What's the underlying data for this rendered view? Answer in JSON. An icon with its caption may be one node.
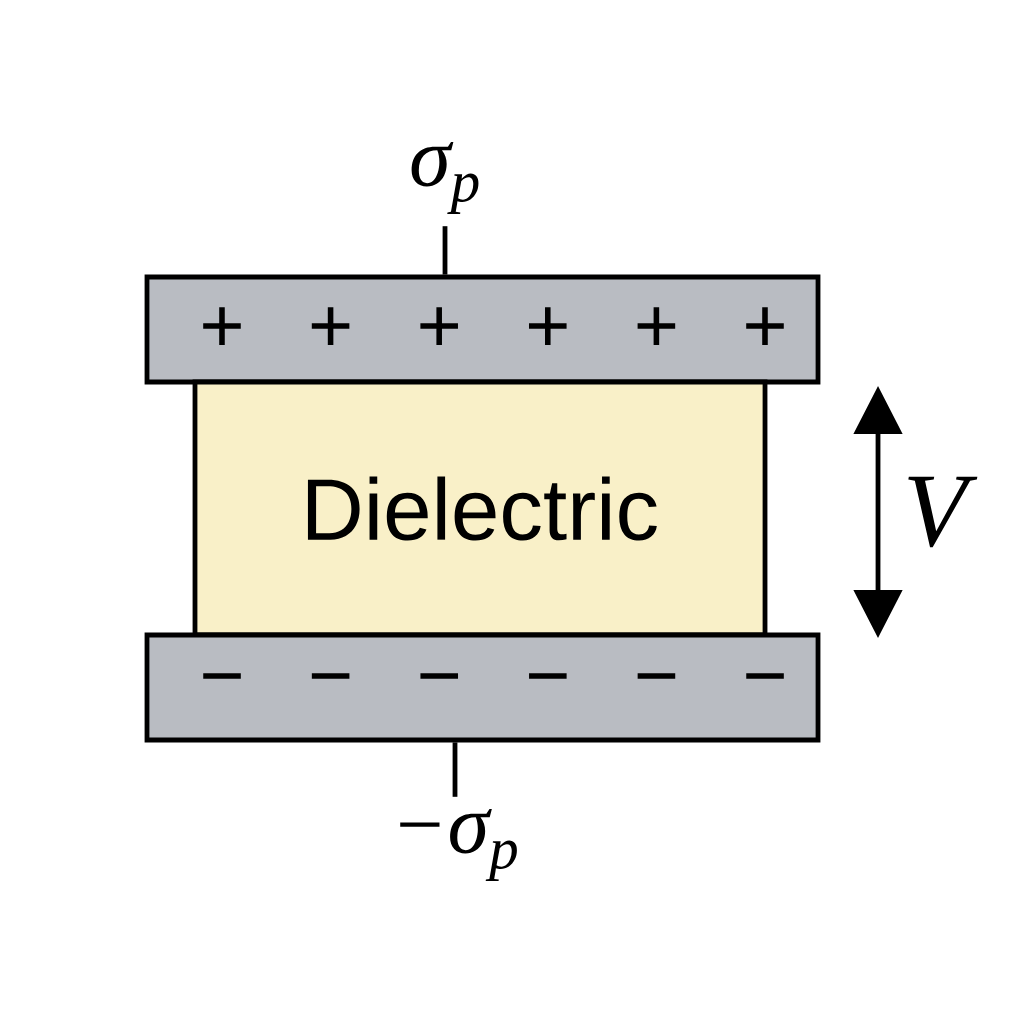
{
  "diagram": {
    "nodes": [
      {
        "text": [
          "+",
          "+",
          "+",
          "+",
          "+",
          "+"
        ]
      },
      {
        "text": [
          "Dielectric"
        ]
      },
      {
        "text": [
          "−",
          "−",
          "−",
          "−",
          "−",
          "−"
        ]
      },
      {
        "text": [
          "σ$_{p}$"
        ]
      },
      {
        "text": [
          "−σ$_{p}$"
        ]
      }
    ],
    "edges": [
      {
        "from": 3,
        "to": 0,
        "arrow": "none"
      },
      {
        "from": 4,
        "to": 2,
        "arrow": "none"
      }
    ],
    "labels": [
      "V"
    ]
  }
}
